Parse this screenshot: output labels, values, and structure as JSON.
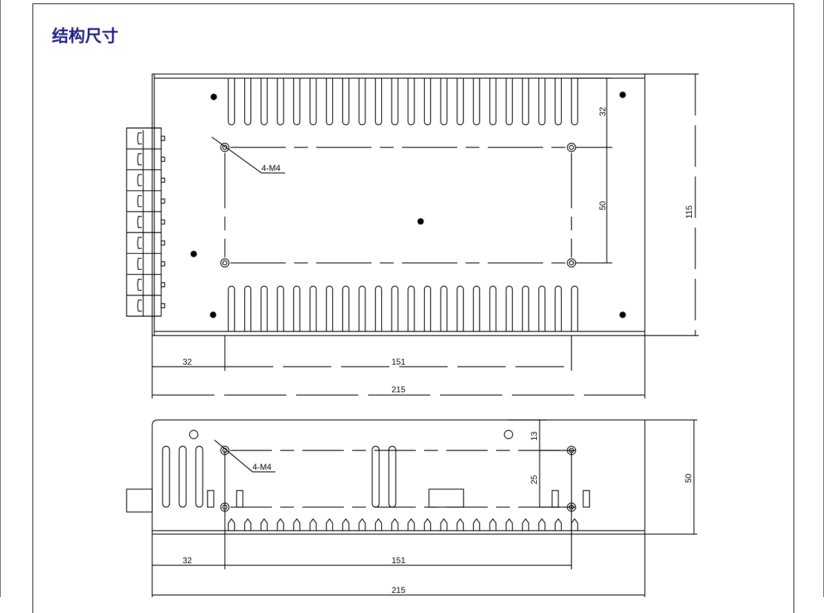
{
  "section_title": "结构尺寸",
  "top_view": {
    "hole_label": "4-M4",
    "dims": {
      "top_margin": "32",
      "hole_spacing_v": "50",
      "height": "115",
      "left_offset": "32",
      "hole_spacing_h": "151",
      "length": "215"
    },
    "terminal_count": 9,
    "fin_count": 22
  },
  "side_view": {
    "hole_label": "4-M4",
    "dims": {
      "top_margin": "13",
      "hole_spacing_v": "25",
      "height": "50",
      "left_offset": "32",
      "hole_spacing_h": "151",
      "length": "215"
    },
    "fin_count": 22
  }
}
